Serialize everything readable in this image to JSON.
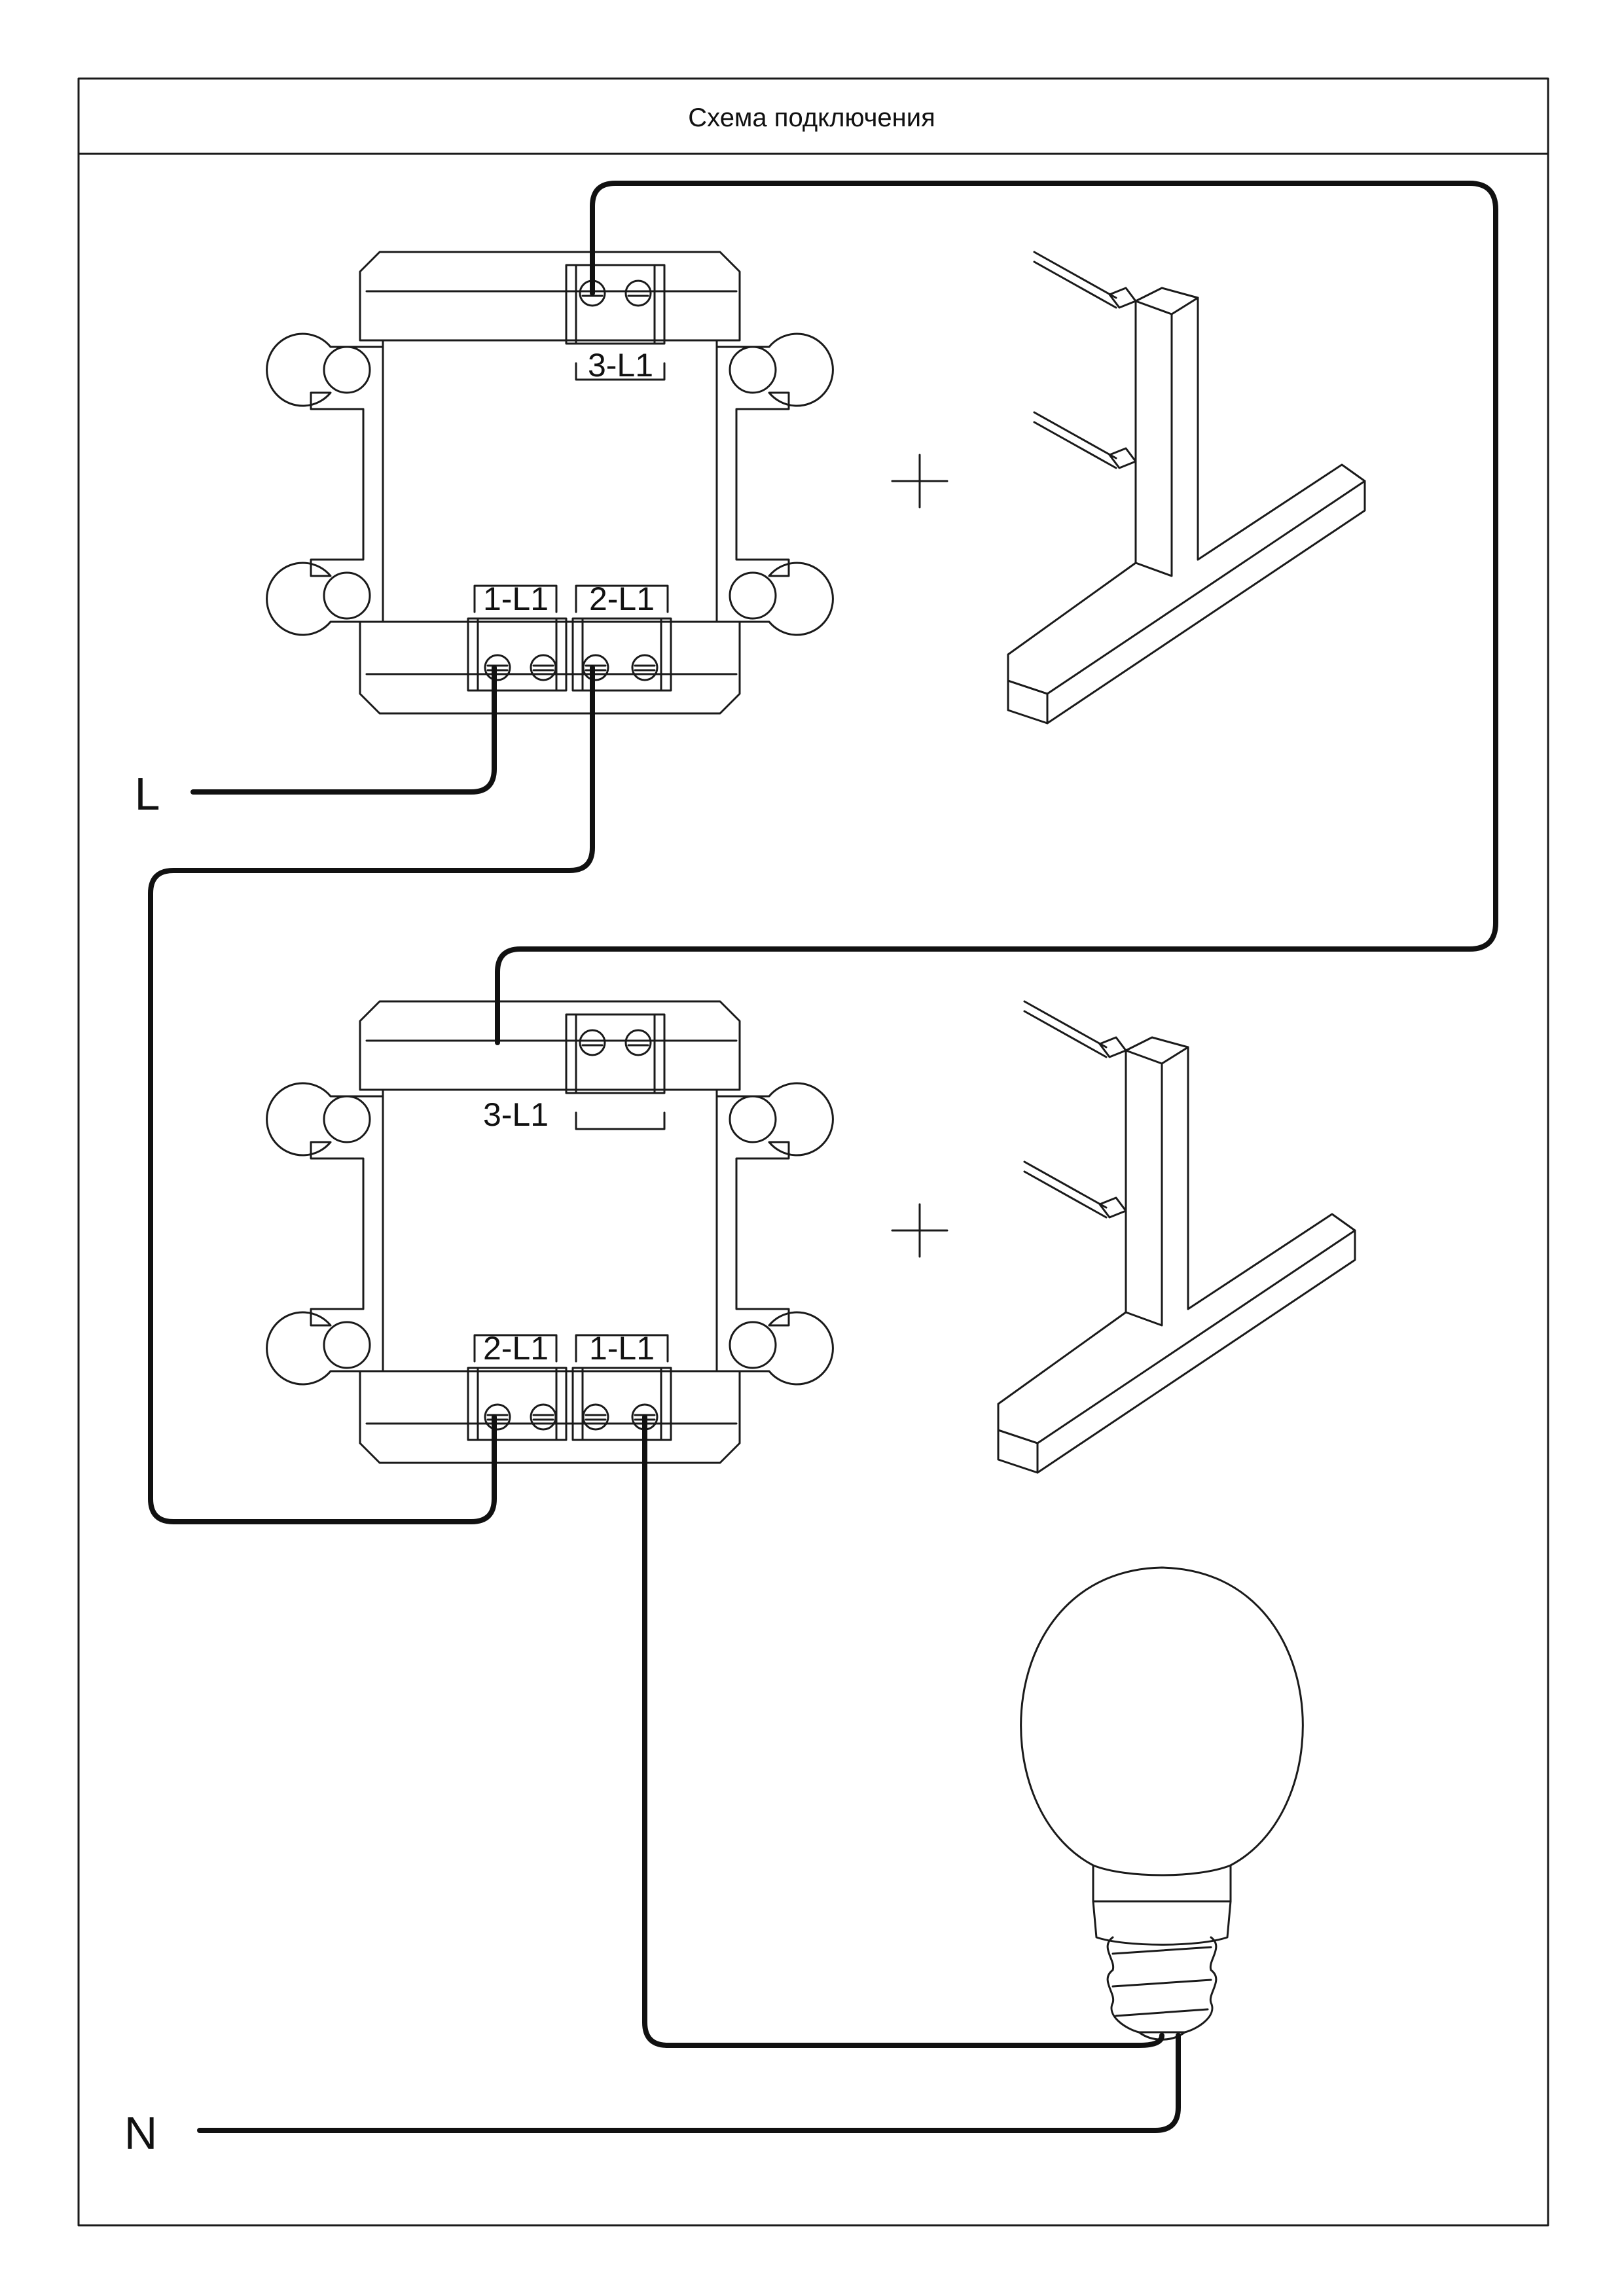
{
  "title": "Схема подключения",
  "phase_label": "L",
  "neutral_label": "N",
  "plus_sign": "+",
  "switch_1": {
    "top_terminal": "3-L1",
    "bottom_left_terminal": "1-L1",
    "bottom_right_terminal": "2-L1"
  },
  "switch_2": {
    "top_terminal": "3-L1",
    "bottom_left_terminal": "2-L1",
    "bottom_right_terminal": "1-L1"
  },
  "colors": {
    "line": "#1a1a1a",
    "wire": "#111111",
    "background": "#ffffff"
  }
}
